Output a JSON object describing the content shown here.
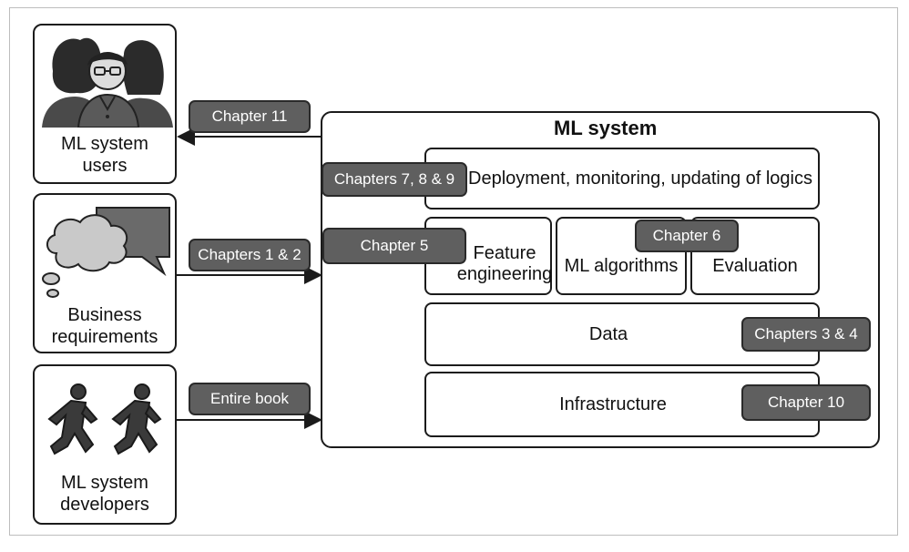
{
  "actors": {
    "users_label": "ML system\nusers",
    "business_label": "Business\nrequirements",
    "developers_label": "ML system\ndevelopers"
  },
  "system": {
    "title": "ML system",
    "deployment": "Deployment, monitoring, updating of logics",
    "feature_engineering": "Feature\nengineering",
    "ml_algorithms": "ML algorithms",
    "evaluation": "Evaluation",
    "data": "Data",
    "infrastructure": "Infrastructure"
  },
  "chapters": {
    "c11": "Chapter 11",
    "c1_2": "Chapters 1 & 2",
    "entire": "Entire book",
    "c7_8_9": "Chapters 7, 8 & 9",
    "c5": "Chapter 5",
    "c6": "Chapter 6",
    "c3_4": "Chapters 3 & 4",
    "c10": "Chapter 10"
  },
  "colors": {
    "chip_fill": "#5f5f5f",
    "outline": "#1b1b1b"
  }
}
